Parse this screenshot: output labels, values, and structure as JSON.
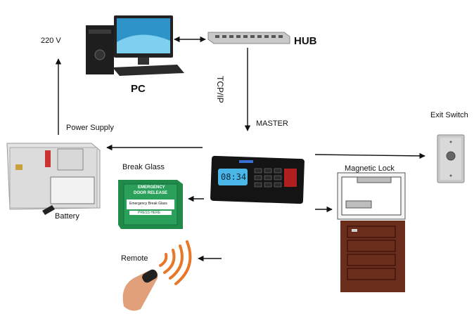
{
  "labels": {
    "voltage": "220 V",
    "pc": "PC",
    "hub": "HUB",
    "tcpip": "TCP/IP",
    "master": "MASTER",
    "power_supply": "Power Supply",
    "battery": "Battery",
    "break_glass": "Break Glass",
    "magnetic_lock": "Magnetic Lock",
    "exit_switch": "Exit Switch",
    "remote": "Remote"
  },
  "device_text": {
    "panel_display": "08:34",
    "break_glass_line1": "EMERGENCY",
    "break_glass_line2": "DOOR RELEASE",
    "break_glass_line3": "Emergency Break Glass",
    "break_glass_line4": "PRESS HERE"
  },
  "colors": {
    "arrow": "#111111",
    "break_glass_green": "#1f8a4a",
    "door_wood": "#6b2d1c",
    "remote_wave": "#e8772a",
    "panel_display": "#4bb6e8"
  }
}
